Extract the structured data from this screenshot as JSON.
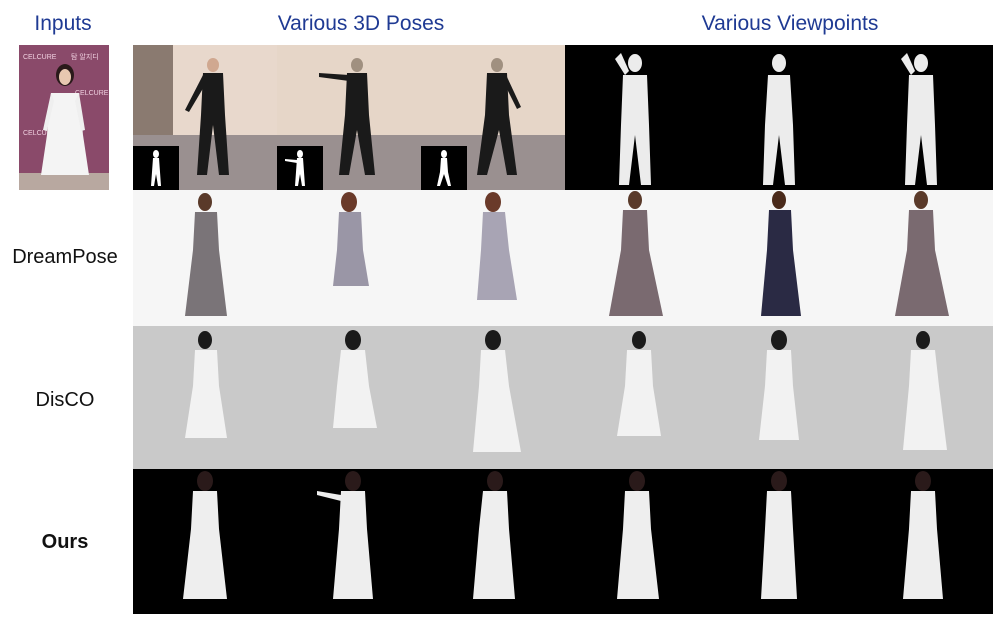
{
  "headers": {
    "inputs": "Inputs",
    "poses": "Various 3D Poses",
    "viewpoints": "Various Viewpoints"
  },
  "rows": {
    "dreampose": "DreamPose",
    "disco": "DisCO",
    "ours": "Ours"
  },
  "colors": {
    "header_text": "#1f3a93",
    "stage_bg": "#e8d8cc",
    "dark_bg": "#000000",
    "white_bg": "#f6f6f6",
    "gray_bg": "#c9c9c9"
  },
  "input_photo_text": [
    "CELCURE",
    "CELCURE",
    "CELCURE",
    "탐 알지디"
  ]
}
